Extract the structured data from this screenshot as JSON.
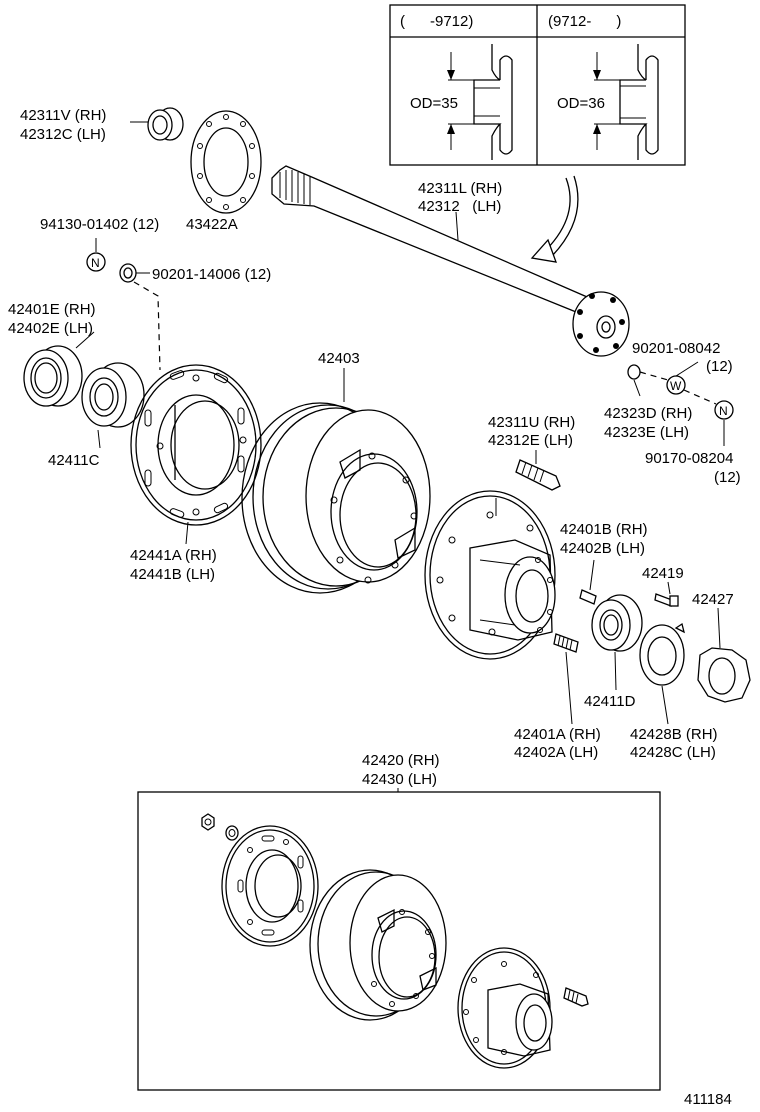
{
  "inset": {
    "left_header": "(      -9712)",
    "right_header": "(9712-      )",
    "left_od": "OD=35",
    "right_od": "OD=36"
  },
  "parts": {
    "p42311V": [
      "42311V (RH)",
      "42312C (LH)"
    ],
    "p43422A": [
      "43422A"
    ],
    "p94130": [
      "94130-01402 (12)"
    ],
    "p90201_14006": [
      "90201-14006 (12)"
    ],
    "p42311L": [
      "42311L (RH)",
      "42312   (LH)"
    ],
    "p42401E": [
      "42401E (RH)",
      "42402E (LH)"
    ],
    "p42403": [
      "42403"
    ],
    "p90201_08042": [
      "90201-08042",
      "(12)"
    ],
    "p42323D": [
      "42323D (RH)",
      "42323E (LH)"
    ],
    "p90170": [
      "90170-08204",
      "(12)"
    ],
    "p42311U": [
      "42311U (RH)",
      "42312E (LH)"
    ],
    "p42411C": [
      "42411C"
    ],
    "p42401B": [
      "42401B (RH)",
      "42402B (LH)"
    ],
    "p42441A": [
      "42441A (RH)",
      "42441B (LH)"
    ],
    "p42419": [
      "42419"
    ],
    "p42427": [
      "42427"
    ],
    "p42411D": [
      "42411D"
    ],
    "p42401A": [
      "42401A (RH)",
      "42402A (LH)"
    ],
    "p42428B": [
      "42428B (RH)",
      "42428C (LH)"
    ],
    "p42420": [
      "42420 (RH)",
      "42430 (LH)"
    ]
  },
  "symbols": {
    "n1": "N",
    "n2": "N",
    "w": "W"
  },
  "figure_number": "411184"
}
